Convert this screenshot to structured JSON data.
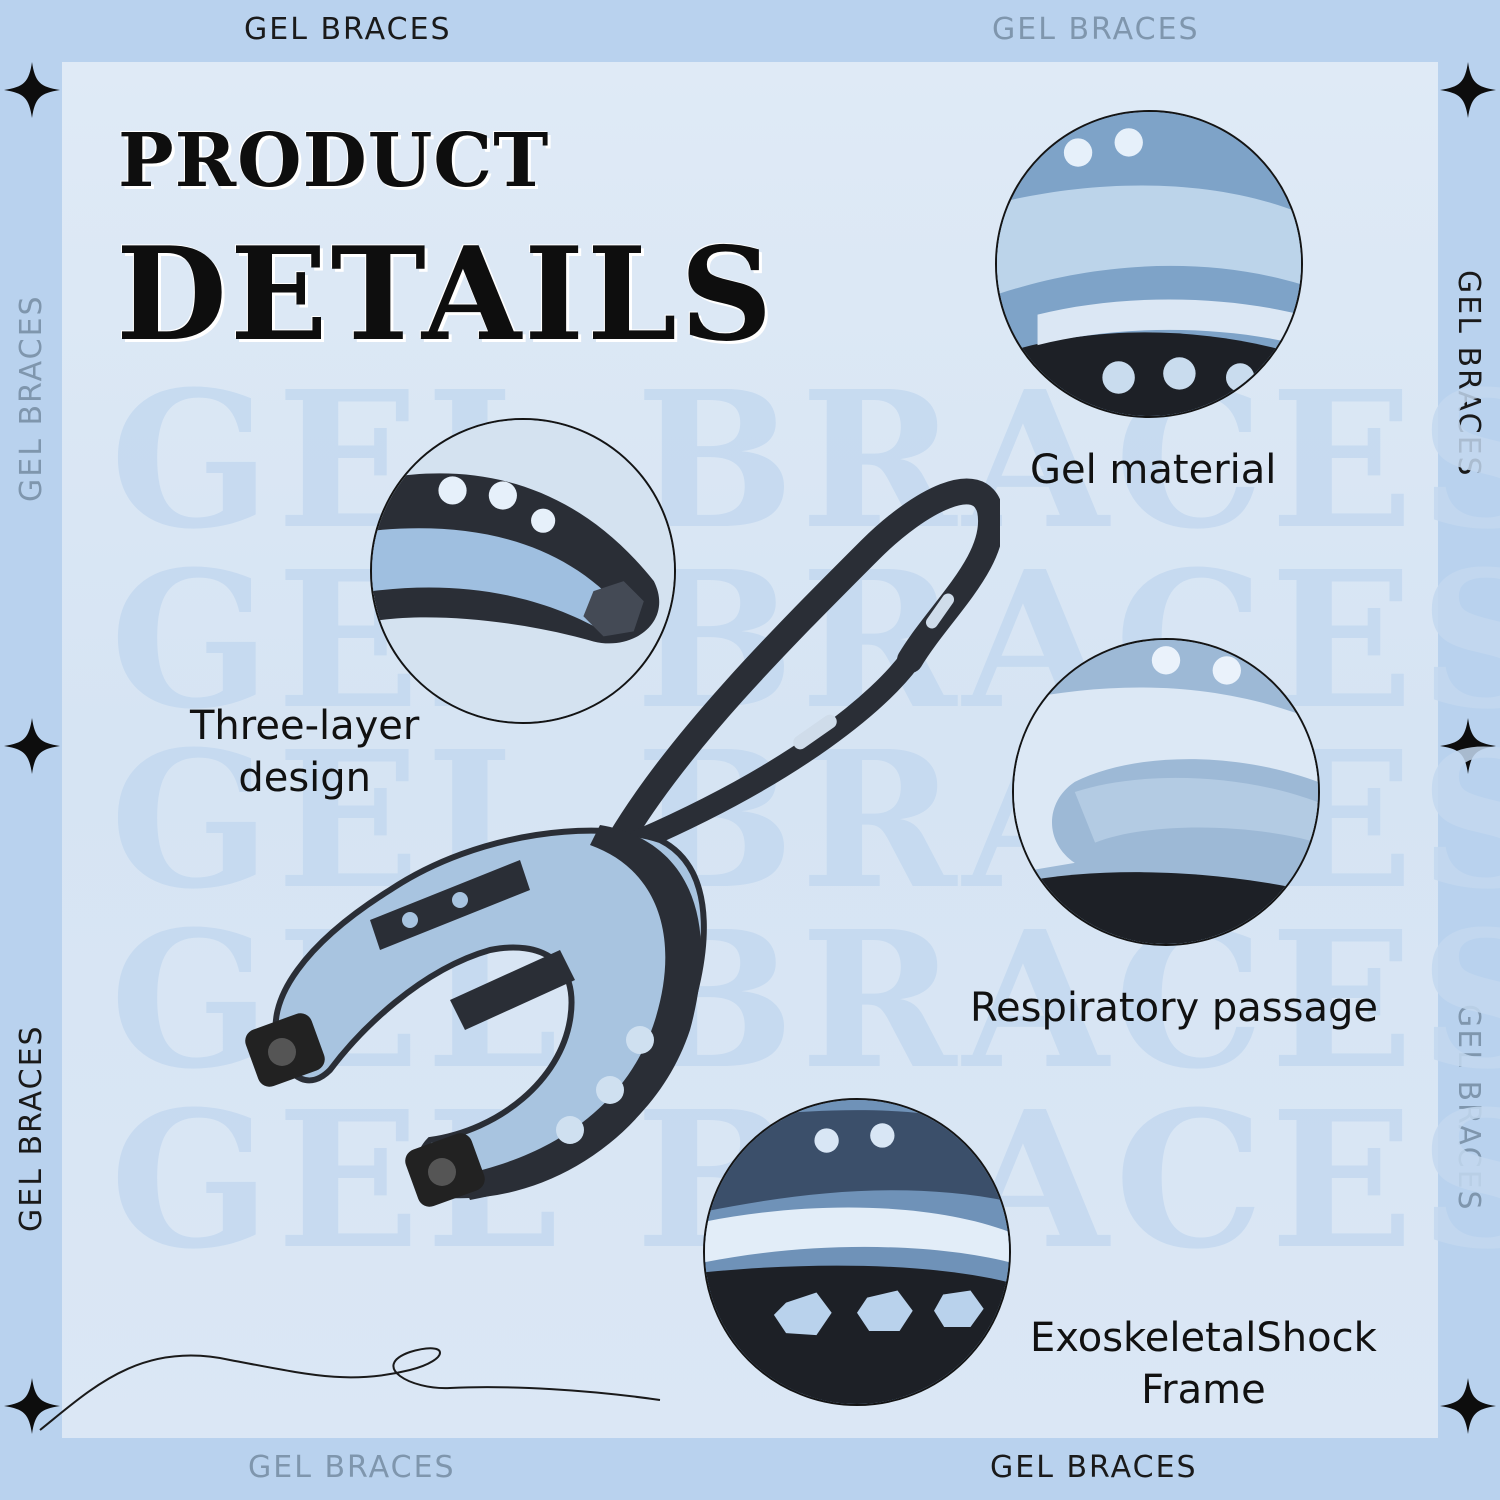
{
  "brand_label": "GEL BRACES",
  "title": {
    "line1": "PRODUCT",
    "line2": "DETAILS"
  },
  "watermark_text": "GEL BRACES",
  "features": [
    {
      "caption": "Gel material"
    },
    {
      "caption_line1": "Three-layer",
      "caption_line2": "design"
    },
    {
      "caption": "Respiratory passage"
    },
    {
      "caption_line1": "ExoskeletalShock",
      "caption_line2": "Frame"
    }
  ],
  "colors": {
    "frame": "#b9d2ee",
    "panel": "#dbe7f5",
    "text_dark": "#111111",
    "mouthguard_clear": "#9fbfe0",
    "mouthguard_frame": "#2a2e36"
  },
  "icons": [
    "sparkle-icon",
    "mouthguard-image",
    "squiggle-decoration"
  ]
}
